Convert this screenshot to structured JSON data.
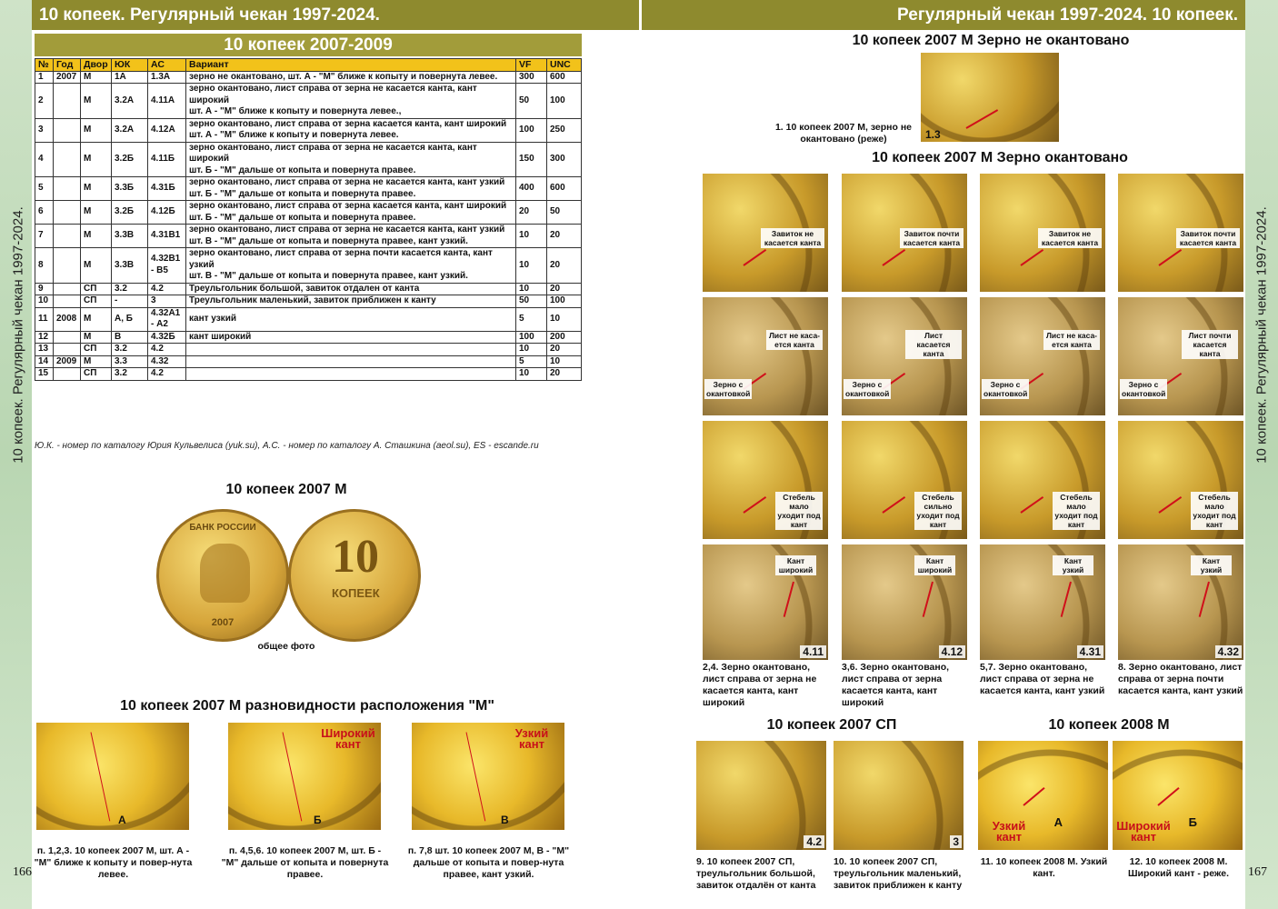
{
  "left": {
    "header": "10 копеек. Регулярный чекан 1997-2024.",
    "side_text": "10 копеек. Регулярный чекан 1997-2024.",
    "table_title": "10 копеек 2007-2009",
    "columns": [
      "№",
      "Год",
      "Двор",
      "ЮК",
      "АС",
      "Вариант",
      "VF",
      "UNC"
    ],
    "rows": [
      [
        "1",
        "2007",
        "М",
        "1А",
        "1.3А",
        "зерно не окантовано, шт. А - \"М\" ближе к копыту и повернута левее.",
        "300",
        "600"
      ],
      [
        "2",
        "",
        "М",
        "3.2А",
        "4.11А",
        "зерно окантовано, лист справа от зерна не касается канта, кант широкий\nшт. А - \"М\" ближе к копыту и повернута левее.,",
        "50",
        "100"
      ],
      [
        "3",
        "",
        "М",
        "3.2А",
        "4.12А",
        "зерно окантовано, лист справа от зерна касается канта, кант широкий\nшт. А - \"М\" ближе к копыту и повернута левее.",
        "100",
        "250"
      ],
      [
        "4",
        "",
        "М",
        "3.2Б",
        "4.11Б",
        "зерно окантовано, лист справа от зерна не касается канта, кант широкий\nшт. Б - \"М\" дальше от копыта и повернута правее.",
        "150",
        "300"
      ],
      [
        "5",
        "",
        "М",
        "3.3Б",
        "4.31Б",
        "зерно окантовано, лист справа от зерна не касается канта, кант узкий\nшт. Б - \"М\" дальше от копыта и повернута правее.",
        "400",
        "600"
      ],
      [
        "6",
        "",
        "М",
        "3.2Б",
        "4.12Б",
        "зерно окантовано, лист справа от зерна касается канта, кант широкий\nшт. Б - \"М\" дальше от копыта и повернута правее.",
        "20",
        "50"
      ],
      [
        "7",
        "",
        "М",
        "3.3В",
        "4.31В1",
        "зерно окантовано, лист справа от зерна не касается канта, кант узкий\nшт. В - \"М\" дальше от копыта и повернута правее, кант узкий.",
        "10",
        "20"
      ],
      [
        "8",
        "",
        "М",
        "3.3В",
        "4.32В1 - В5",
        "зерно окантовано, лист справа от зерна почти касается канта, кант узкий\n шт. В - \"М\" дальше от копыта и повернута правее, кант узкий.",
        "10",
        "20"
      ],
      [
        "9",
        "",
        "СП",
        "3.2",
        "4.2",
        "Треульгольник большой, завиток отдален от канта",
        "10",
        "20"
      ],
      [
        "10",
        "",
        "СП",
        "-",
        "3",
        "Треульгольник маленький, завиток приближен к канту",
        "50",
        "100"
      ],
      [
        "11",
        "2008",
        "М",
        "А, Б",
        "4.32А1 - А2",
        "кант узкий",
        "5",
        "10"
      ],
      [
        "12",
        "",
        "М",
        "В",
        "4.32Б",
        "кант широкий",
        "100",
        "200"
      ],
      [
        "13",
        "",
        "СП",
        "3.2",
        "4.2",
        "",
        "10",
        "20"
      ],
      [
        "14",
        "2009",
        "М",
        "3.3",
        "4.32",
        "",
        "5",
        "10"
      ],
      [
        "15",
        "",
        "СП",
        "3.2",
        "4.2",
        "",
        "10",
        "20"
      ]
    ],
    "footnote": "Ю.К. - номер по каталогу Юрия Кульвелиса (yuk.su), А.С. - номер по каталогу А. Сташкина (aeol.su), ES - escande.ru",
    "coin_title": "10 копеек 2007 М",
    "coin_caption": "общее фото",
    "coin_reverse": {
      "value": "10",
      "unit": "КОПЕЕК"
    },
    "coin_obverse": {
      "legend": "БАНК РОССИИ",
      "year": "2007"
    },
    "variants_title": "10 копеек 2007 М разновидности расположения \"М\"",
    "variants": [
      {
        "letter": "А",
        "note": "",
        "caption": "п. 1,2,3. 10 копеек 2007 М, шт. А - \"М\" ближе к копыту и повер-нута левее."
      },
      {
        "letter": "Б",
        "note": "Широкий кант",
        "caption": "п. 4,5,6. 10 копеек 2007 М, шт. Б - \"М\" дальше от копыта и повернута правее."
      },
      {
        "letter": "В",
        "note": "Узкий кант",
        "caption": "п. 7,8 шт. 10 копеек 2007 М, В - \"М\" дальше от копыта и повер-нута правее, кант узкий."
      }
    ],
    "page_number": "166"
  },
  "right": {
    "header": "Регулярный чекан 1997-2024. 10 копеек.",
    "side_text": "10 копеек. Регулярный чекан 1997-2024.",
    "t1": "10 копеек 2007 М Зерно не окантовано",
    "t1_caption": "1. 10 копеек 2007 М, зерно не окантовано (реже)",
    "t1_num": "1.3",
    "t2": "10 копеек 2007 М Зерно окантовано",
    "grid": [
      {
        "r1": "Завиток не касается канта",
        "r2": "Лист не каса-ется канта",
        "r2b": "Зерно с окантовкой",
        "r3": "Стебель мало уходит под кант",
        "r4": "Кант широкий",
        "num": "4.11",
        "caption": "2,4. Зерно окантовано, лист справа от зерна не касается канта, кант широкий"
      },
      {
        "r1": "Завиток почти касается канта",
        "r2": "Лист касается канта",
        "r2b": "Зерно с окантовкой",
        "r3": "Стебель сильно уходит под кант",
        "r4": "Кант широкий",
        "num": "4.12",
        "caption": "3,6. Зерно окантовано, лист справа от зерна касается канта, кант широкий"
      },
      {
        "r1": "Завиток не касается канта",
        "r2": "Лист не каса-ется канта",
        "r2b": "Зерно с окантовкой",
        "r3": "Стебель мало уходит под кант",
        "r4": "Кант узкий",
        "num": "4.31",
        "caption": "5,7. Зерно окантовано, лист справа от зерна не касается канта, кант узкий"
      },
      {
        "r1": "Завиток почти касается канта",
        "r2": "Лист почти касается канта",
        "r2b": "Зерно с окантовкой",
        "r3": "Стебель мало уходит под кант",
        "r4": "Кант узкий",
        "num": "4.32",
        "caption": "8. Зерно окантовано, лист справа от зерна почти касается канта, кант узкий"
      }
    ],
    "t3": "10 копеек 2007 СП",
    "t4": "10 копеек 2008 М",
    "bottom": [
      {
        "num": "4.2",
        "note": "",
        "caption": "9. 10 копеек 2007 СП, треульгольник большой, завиток отдалён от канта"
      },
      {
        "num": "3",
        "note": "",
        "caption": "10. 10 копеек 2007 СП, треульгольник маленький, завиток приближен к канту"
      },
      {
        "num": "А",
        "note": "Узкий кант",
        "caption": "11.  10 копеек 2008 М. Узкий кант."
      },
      {
        "num": "Б",
        "note": "Широкий кант",
        "caption": "12.  10 копеек 2008 М. Широкий кант - реже."
      }
    ],
    "page_number": "167"
  },
  "colors": {
    "header": "#8e8a2e",
    "table_title": "#a29c3a",
    "table_header": "#f2c21a",
    "arrow": "#d0101a"
  }
}
